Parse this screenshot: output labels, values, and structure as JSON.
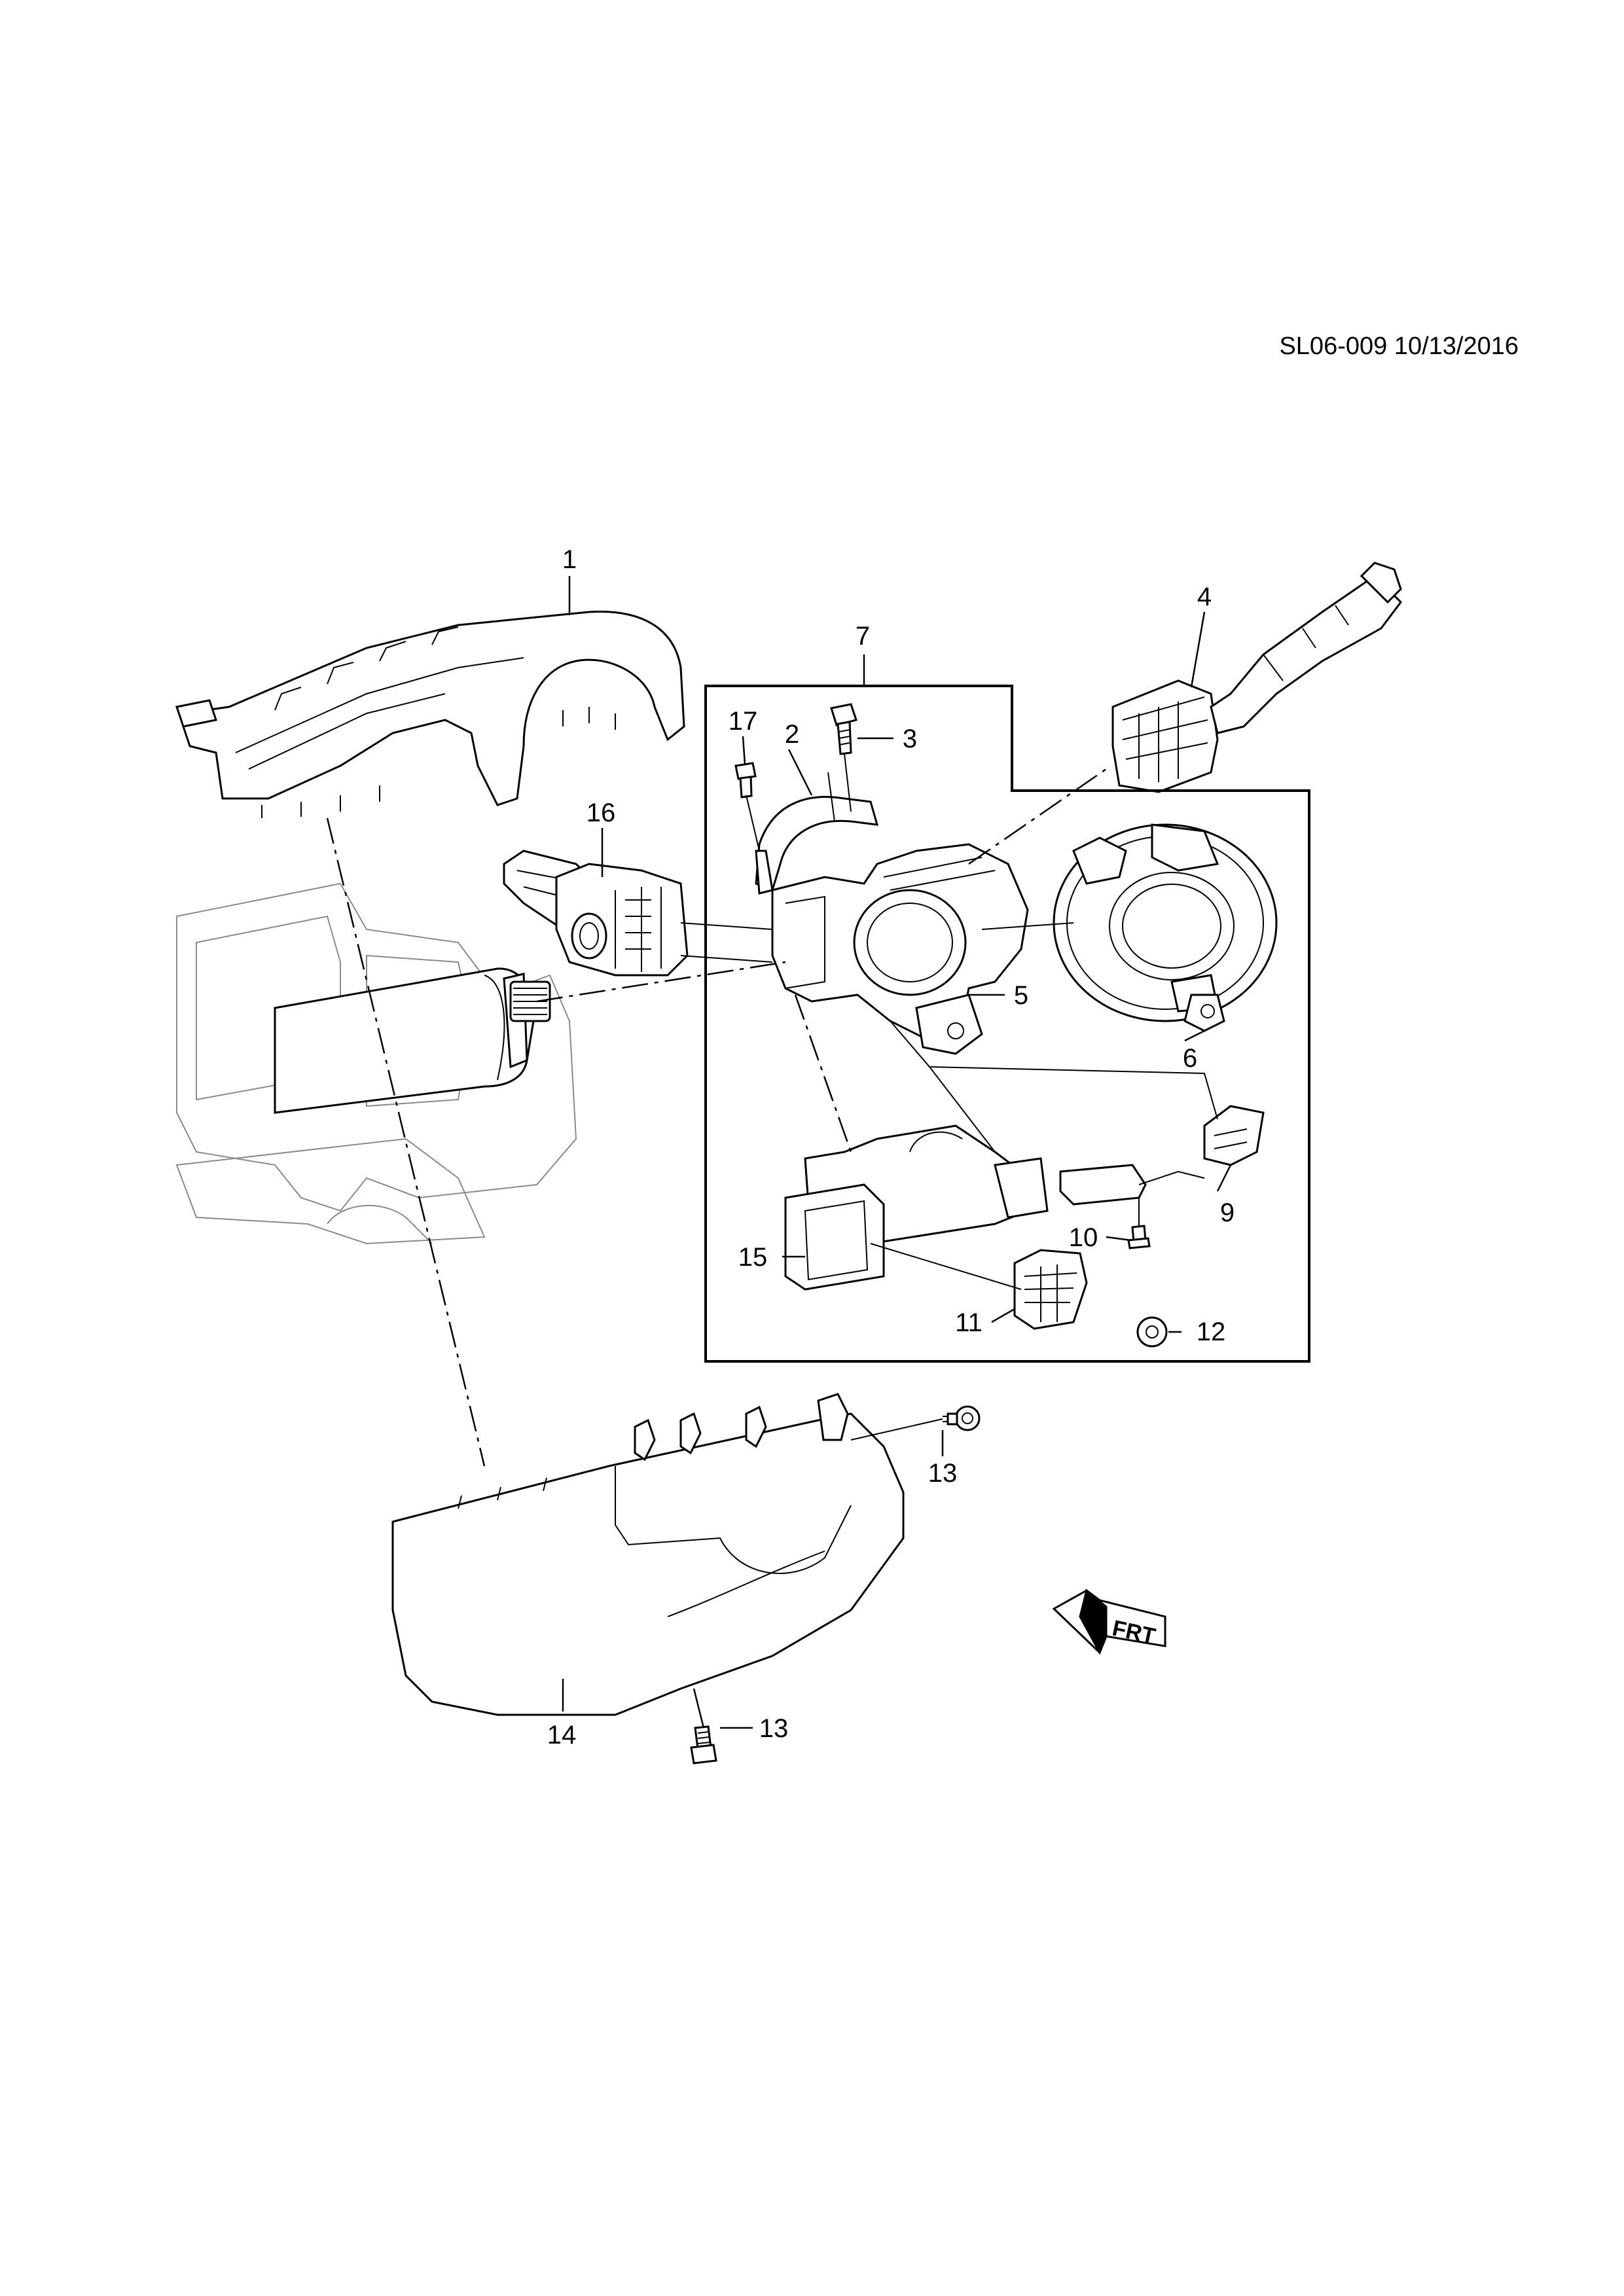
{
  "header": {
    "drawing_id": "SL06-009 10/13/2016"
  },
  "callouts": {
    "c1": "1",
    "c2": "2",
    "c3": "3",
    "c4": "4",
    "c5": "5",
    "c6": "6",
    "c7": "7",
    "c9": "9",
    "c10": "10",
    "c11": "11",
    "c12": "12",
    "c13a": "13",
    "c13b": "13",
    "c14": "14",
    "c15": "15",
    "c16": "16",
    "c17": "17"
  },
  "front_arrow": {
    "label": "FRT"
  }
}
